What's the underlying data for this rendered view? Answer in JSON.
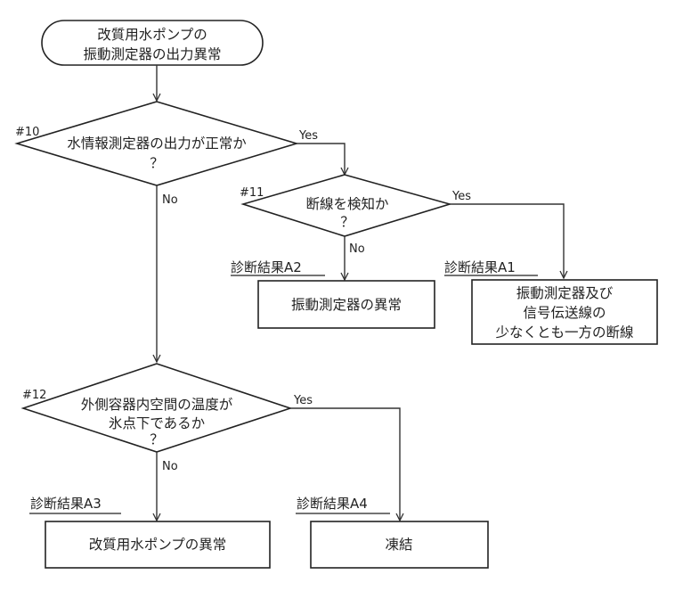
{
  "start": {
    "lines": [
      "改質用水ポンプの",
      "振動測定器の出力異常"
    ]
  },
  "decisions": [
    {
      "id": "#10",
      "lines": [
        "水情報測定器の出力が正常か",
        "？"
      ],
      "yes": "Yes",
      "no": "No"
    },
    {
      "id": "#11",
      "lines": [
        "断線を検知か",
        "？"
      ],
      "yes": "Yes",
      "no": "No"
    },
    {
      "id": "#12",
      "lines": [
        "外側容器内空間の温度が",
        "氷点下であるか",
        "？"
      ],
      "yes": "Yes",
      "no": "No"
    }
  ],
  "results": [
    {
      "label": "診断結果A1",
      "lines": [
        "振動測定器及び",
        "信号伝送線の",
        "少なくとも一方の断線"
      ]
    },
    {
      "label": "診断結果A2",
      "lines": [
        "振動測定器の異常"
      ]
    },
    {
      "label": "診断結果A3",
      "lines": [
        "改質用水ポンプの異常"
      ]
    },
    {
      "label": "診断結果A4",
      "lines": [
        "凍結"
      ]
    }
  ]
}
